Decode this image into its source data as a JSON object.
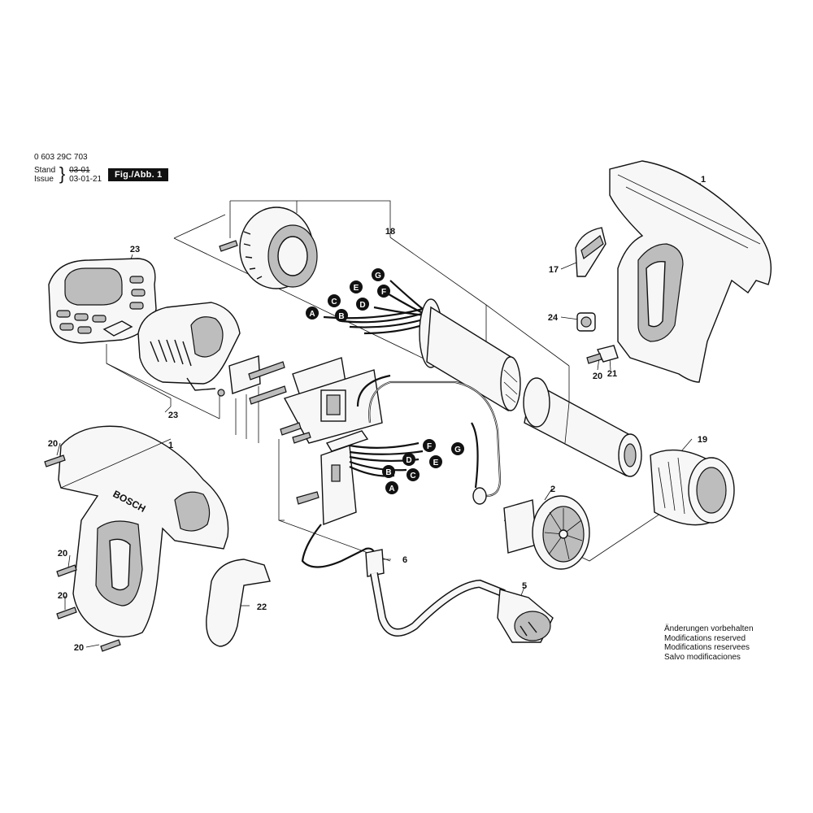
{
  "header": {
    "part_code": "0 603 29C 703",
    "stand_label": "Stand",
    "issue_label": "Issue",
    "old_date": "03-01",
    "new_date": "03-01-21",
    "figure_label": "Fig./Abb. 1"
  },
  "callouts": {
    "p1_top": "1",
    "p1_bottom": "1",
    "p2": "2",
    "p5": "5",
    "p6": "6",
    "p17": "17",
    "p18": "18",
    "p19": "19",
    "p20_a": "20",
    "p20_b": "20",
    "p20_c": "20",
    "p20_d": "20",
    "p20_e": "20",
    "p21": "21",
    "p22": "22",
    "p23_a": "23",
    "p23_b": "23",
    "p24": "24"
  },
  "wire_labels": {
    "upper": [
      "A",
      "B",
      "C",
      "D",
      "E",
      "F",
      "G"
    ],
    "lower": [
      "A",
      "B",
      "C",
      "D",
      "E",
      "F",
      "G"
    ]
  },
  "brand": "BOSCH",
  "disclaimer": [
    "Änderungen vorbehalten",
    "Modifications reserved",
    "Modifications reservees",
    "Salvo modificaciones"
  ]
}
